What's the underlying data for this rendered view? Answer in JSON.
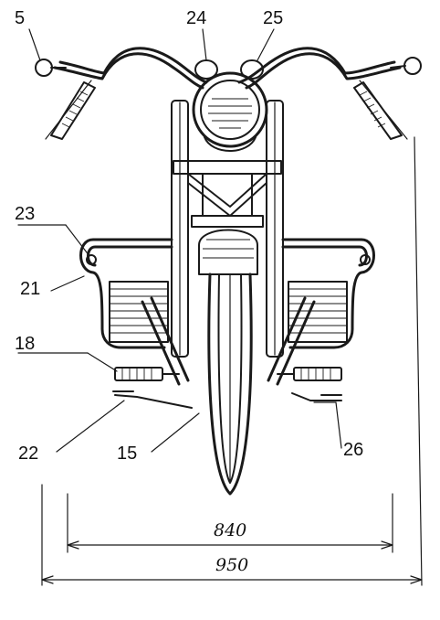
{
  "labels": {
    "l5": "5",
    "l24": "24",
    "l25": "25",
    "l23": "23",
    "l21": "21",
    "l18": "18",
    "l22": "22",
    "l15": "15",
    "l26": "26"
  },
  "dimensions": {
    "inner": "840",
    "outer": "950"
  }
}
